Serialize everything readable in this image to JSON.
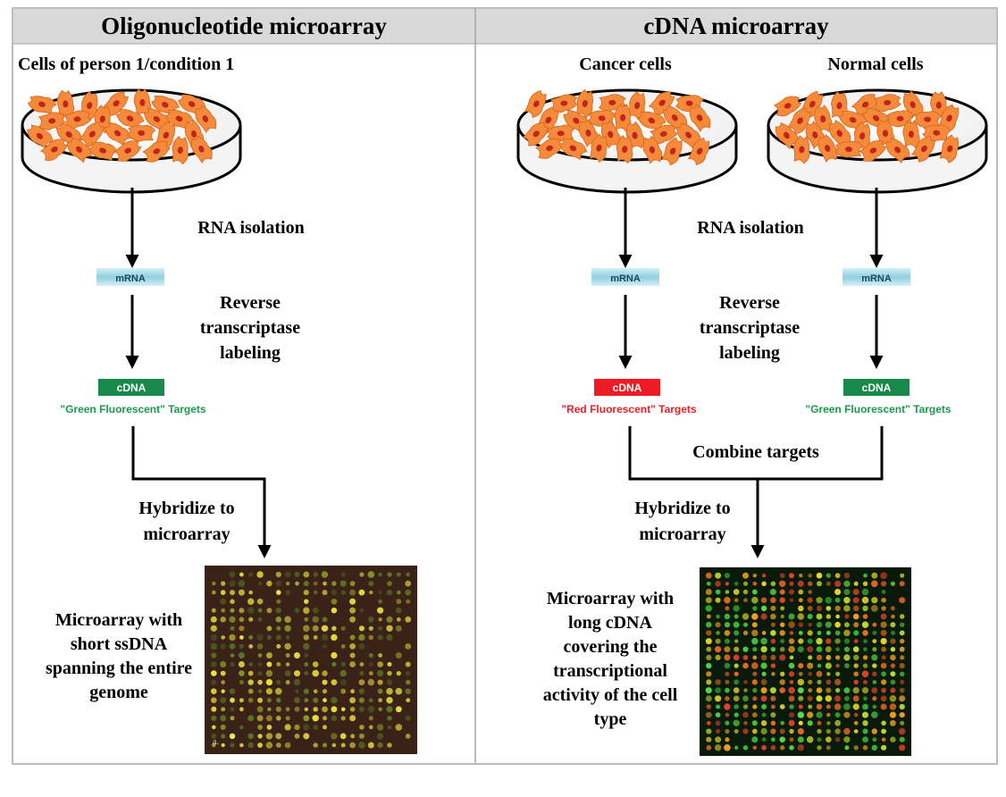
{
  "panels": {
    "left": {
      "title": "Oligonucleotide microarray",
      "cells_label": "Cells of person 1/condition 1",
      "rna_isolation": "RNA isolation",
      "mrna_tag": "mRNA",
      "rt_label": [
        "Reverse",
        "transcriptase",
        "labeling"
      ],
      "cdna_tag": "cDNA",
      "targets_label": "\"Green Fluorescent\" Targets",
      "hybridize_label": [
        "Hybridize to",
        "microarray"
      ],
      "result_label": [
        "Microarray with",
        "short ssDNA",
        "spanning the entire",
        "genome"
      ],
      "image_corner_mark": "a."
    },
    "right": {
      "title": "cDNA microarray",
      "cancer_label": "Cancer cells",
      "normal_label": "Normal cells",
      "rna_isolation": "RNA isolation",
      "mrna_tag_cancer": "mRNA",
      "mrna_tag_normal": "mRNA",
      "rt_label": [
        "Reverse",
        "transcriptase",
        "labeling"
      ],
      "cdna_tag_cancer": "cDNA",
      "cdna_tag_normal": "cDNA",
      "targets_red": "\"Red Fluorescent\" Targets",
      "targets_green": "\"Green Fluorescent\" Targets",
      "combine_label": "Combine targets",
      "hybridize_label": [
        "Hybridize to",
        "microarray"
      ],
      "result_label": [
        "Microarray with",
        "long cDNA",
        "covering the",
        "transcriptional",
        "activity of the cell",
        "type"
      ]
    }
  },
  "colors": {
    "header_bg": "#d9d9d9",
    "border": "#a6a6a6",
    "mrna_tag": "#9fd4e2",
    "cdna_green": "#17894a",
    "cdna_red": "#ee1b24",
    "green_text": "#199a4c",
    "red_text": "#e8202a",
    "cell_orange": "#f58a3a",
    "cell_nucleus": "#c1261d",
    "array_bg_left": "#3a2218",
    "array_bg_right": "#0a1a0a"
  }
}
